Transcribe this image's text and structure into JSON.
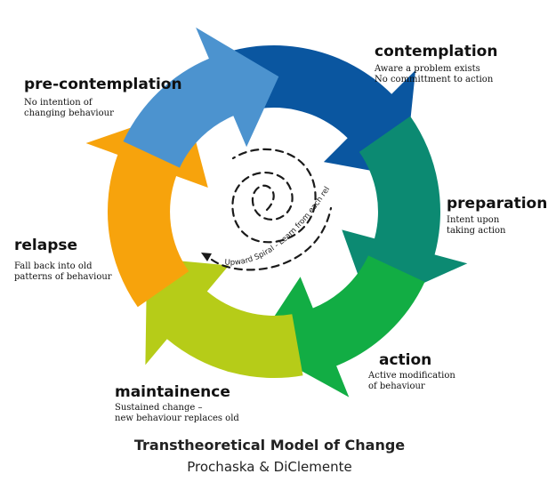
{
  "stages": [
    {
      "title": "contemplation",
      "desc": [
        "Aware a problem exists",
        "No committment to action"
      ],
      "color": "#0a56a0"
    },
    {
      "title": "preparation",
      "desc": [
        "Intent upon",
        "taking action"
      ],
      "color": "#0c8a72"
    },
    {
      "title": "action",
      "desc": [
        "Active modification",
        "of behaviour"
      ],
      "color": "#12ad44"
    },
    {
      "title": "maintainence",
      "desc": [
        "Sustained change –",
        "new behaviour replaces old"
      ],
      "color": "#b6cc18"
    },
    {
      "title": "relapse",
      "desc": [
        "Fall back into old",
        "patterns of behaviour"
      ],
      "color": "#f7a30c"
    },
    {
      "title": "pre-contemplation",
      "desc": [
        "No intention of",
        "changing behaviour"
      ],
      "color": "#4c93cf"
    }
  ],
  "spiral_label": "Upward Spiral - Learn from each relapse",
  "title": "Transtheoretical Model of Change",
  "subtitle": "Prochaska & DiClemente"
}
